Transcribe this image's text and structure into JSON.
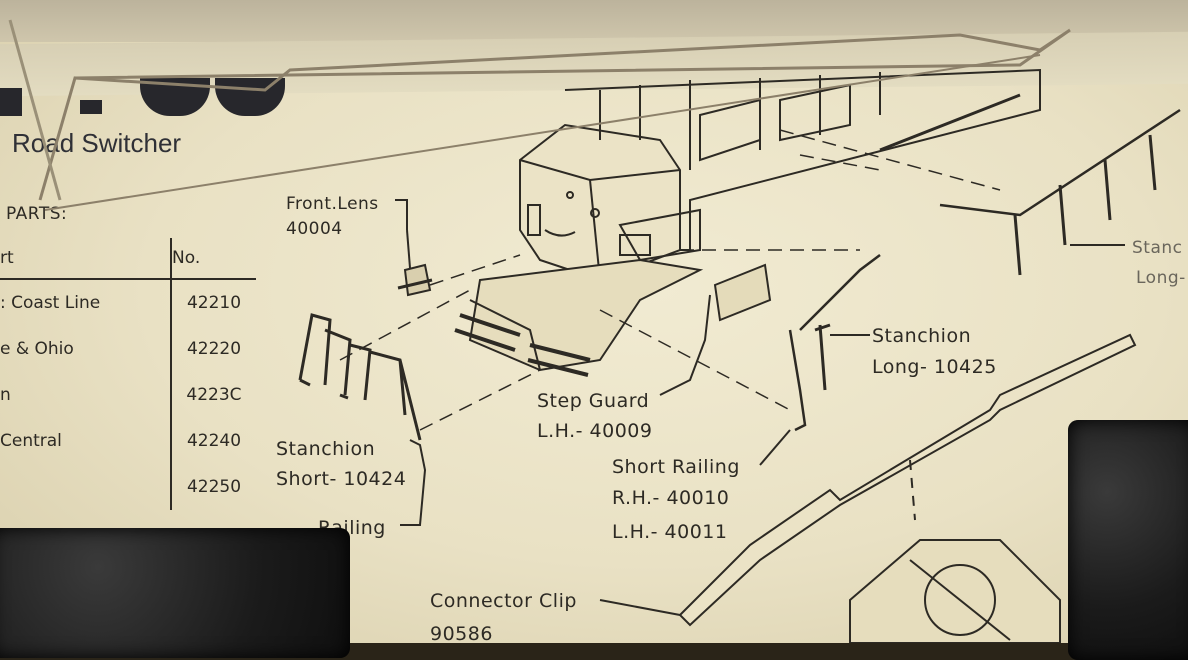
{
  "header": {
    "title": "Road Switcher"
  },
  "parts_table": {
    "section_label": "PARTS:",
    "col_part": "rt",
    "col_no": "No.",
    "rows": [
      {
        "name": ": Coast Line",
        "no": "42210"
      },
      {
        "name": "e & Ohio",
        "no": "42220"
      },
      {
        "name": "n",
        "no": "4223C"
      },
      {
        "name": "Central",
        "no": "42240"
      },
      {
        "name": "",
        "no": "42250"
      }
    ]
  },
  "callouts": {
    "front_lens": {
      "name": "Front.Lens",
      "no": "40004"
    },
    "stanchion_short": {
      "name": "Stanchion",
      "no": "Short- 10424"
    },
    "railing_partial": "Railing",
    "step_guard": {
      "name": "Step Guard",
      "no": "L.H.- 40009"
    },
    "short_railing": {
      "name": "Short Railing",
      "rh": "R.H.- 40010",
      "lh": "L.H.- 40011"
    },
    "stanchion_long": {
      "name": "Stanchion",
      "no": "Long- 10425"
    },
    "stanchion_long_right": {
      "name": "Stanc",
      "no": "Long-"
    },
    "connector_clip": {
      "name": "Connector Clip",
      "no": "90586"
    }
  },
  "colors": {
    "paper": "#ece5c9",
    "ink": "#2d2a24",
    "foam": "#1b1b1b",
    "wire": "#8c806a"
  }
}
